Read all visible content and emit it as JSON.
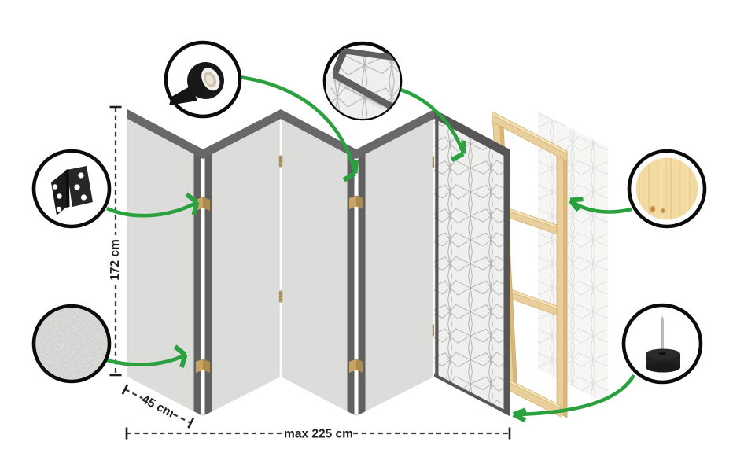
{
  "diagram": {
    "subject": "folding room divider construction (exploded view)",
    "panels_count": 5,
    "dimension_labels": {
      "height": "172 cm",
      "panel_width": "45 cm",
      "max_total_width": "max 225 cm"
    },
    "callouts": [
      {
        "id": "hinge",
        "icon": "hinge-icon",
        "meaning": "metal hinge detail"
      },
      {
        "id": "tape",
        "icon": "tape-roll-icon",
        "meaning": "black tape roll"
      },
      {
        "id": "pattern-closeup",
        "icon": "pattern-corner-icon",
        "meaning": "printed pattern close-up"
      },
      {
        "id": "canvas-texture",
        "icon": "canvas-texture-icon",
        "meaning": "non-woven canvas texture"
      },
      {
        "id": "wood",
        "icon": "wood-texture-icon",
        "meaning": "natural pine wood"
      },
      {
        "id": "pin",
        "icon": "pin-icon",
        "meaning": "mounting pin"
      }
    ]
  },
  "colors": {
    "bg": "#ffffff",
    "panel": "#dcdcdb",
    "edge": "#686868",
    "fold": "#606060",
    "frame": "#565656",
    "pattern-bg": "#efefee",
    "pattern-line": "#b2b2b2",
    "sheet-bg": "#f6f6f5",
    "sheet-line": "#e0e0df",
    "wood": "#e9cf9b",
    "wood-light": "#f4e3ba",
    "wood-dark": "#d8b87c",
    "wood-outline": "#caa661",
    "hinge-tan": "#c7a466",
    "hinge-tan-dark": "#ac8c4e",
    "green": "#2aa13e",
    "black": "#0b0b0b",
    "text": "#1e1e1e",
    "dimline": "#3b3b3b"
  }
}
